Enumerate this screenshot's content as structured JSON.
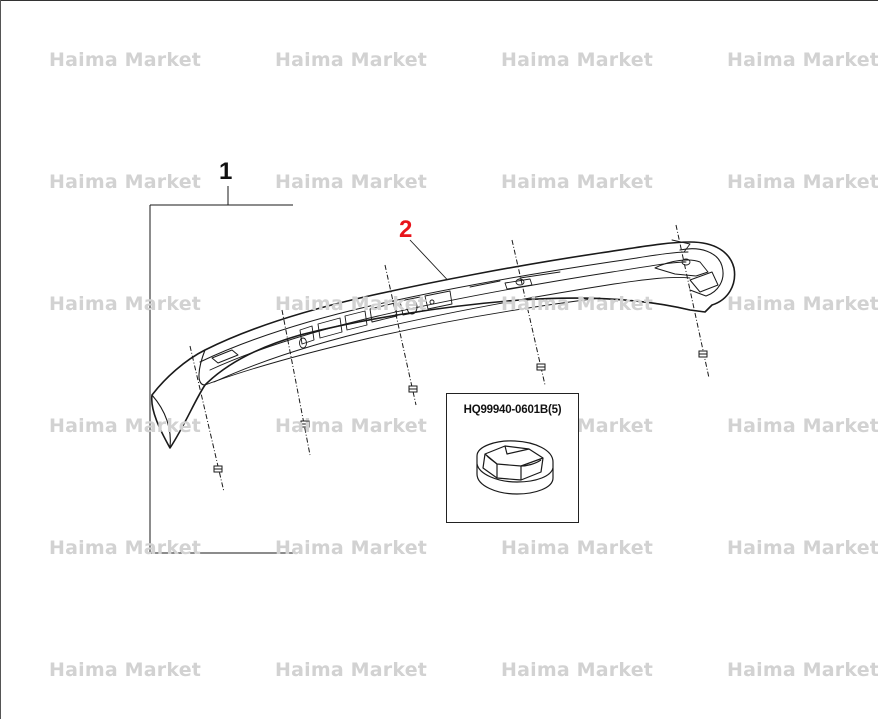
{
  "watermark": {
    "text": "Haima Market",
    "rows": [
      [
        "Haima Market",
        "Haima Market",
        "Haima Market",
        "Haima Market"
      ],
      [
        "Haima Market",
        "Haima Market",
        "Haima Market",
        "Haima Market"
      ],
      [
        "Haima Market",
        "Haima Market",
        "Haima Market",
        "Haima Market"
      ],
      [
        "Haima Market",
        "Haima Market",
        "Haima Market",
        "Haima Market"
      ],
      [
        "Haima Market",
        "Haima Market",
        "Haima Market",
        "Haima Market"
      ],
      [
        "Haima Market",
        "Haima Market",
        "Haima Market",
        "Haima Market"
      ]
    ]
  },
  "callouts": {
    "assembly": "1",
    "part": "2"
  },
  "detail": {
    "part_number": "HQ99940-0601B(5)",
    "icon": "flange-nut-icon"
  },
  "colors": {
    "line": "#1a1a1a",
    "callout_part": "#e8141b",
    "watermark": "#d2d2d2"
  }
}
